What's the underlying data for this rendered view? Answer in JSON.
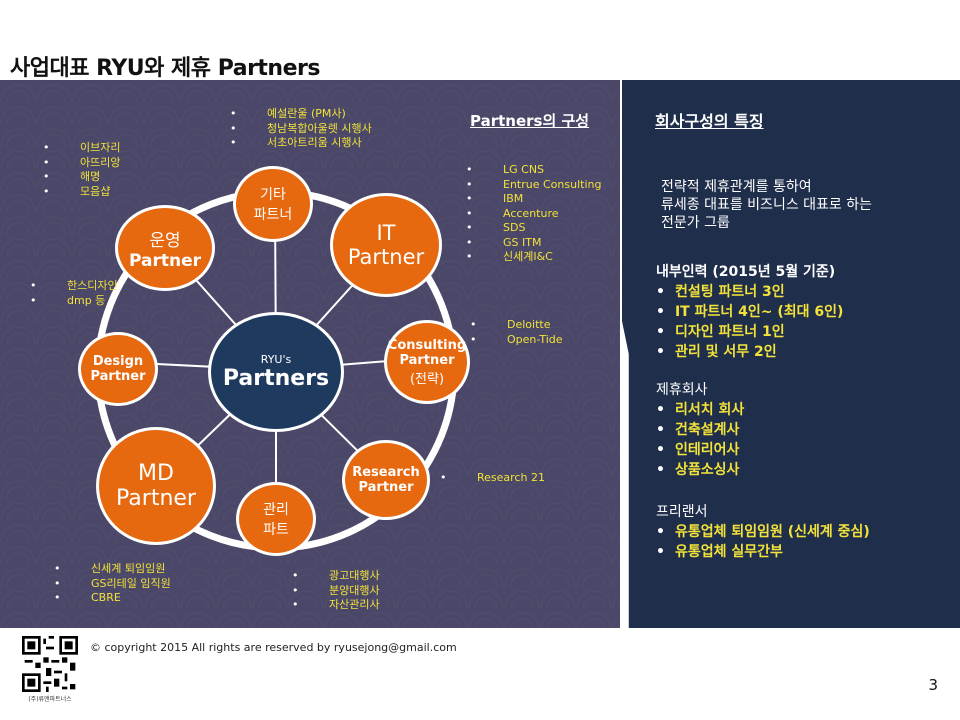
{
  "title": "사업대표 RYU와 제휴 Partners",
  "center": {
    "small": "RYU's",
    "big": "Partners"
  },
  "nodes": {
    "etc": [
      "기타",
      "파트너"
    ],
    "it": [
      "IT",
      "Partner"
    ],
    "ops": [
      "운영",
      "Partner"
    ],
    "design": [
      "Design",
      "Partner"
    ],
    "consulting": [
      "Consulting",
      "Partner",
      "(전략)"
    ],
    "md": [
      "MD",
      "Partner"
    ],
    "research": [
      "Research",
      "Partner"
    ],
    "mgmt": [
      "관리",
      "파트"
    ]
  },
  "lists": {
    "etc": [
      "예설란울 (PM사)",
      "청남복합아울렛 시행사",
      "서초아트리움 시행사"
    ],
    "ops": [
      "이브자리",
      "아뜨리앙",
      "해명",
      "모음샵"
    ],
    "it": [
      "LG CNS",
      "Entrue Consulting",
      "IBM",
      "Accenture",
      "SDS",
      "GS ITM",
      "신세계I&C"
    ],
    "design": [
      "한스디자인",
      "dmp 등"
    ],
    "consulting": [
      "Deloitte",
      "Open-Tide"
    ],
    "research": [
      "Research  21"
    ],
    "md": [
      "신세계 퇴임임원",
      "GS리테일 임직원",
      "CBRE"
    ],
    "mgmt": [
      "광고대행사",
      "분양대행사",
      "자산관리사"
    ]
  },
  "partners_heading": "Partners의 구성",
  "right": {
    "heading": "회사구성의 특징",
    "intro": [
      "전략적 제휴관계를 통하여",
      "류세종 대표를 비즈니스 대표로 하는",
      "전문가 그룹"
    ],
    "internal_title": "내부인력 (2015년 5월 기준)",
    "internal": [
      "컨설팅 파트너 3인",
      "IT 파트너 4인~ (최대 6인)",
      "디자인 파트너 1인",
      "관리 및 서무 2인"
    ],
    "affil_title": "제휴회사",
    "affil": [
      "리서치 회사",
      "건축설계사",
      "인테리어사",
      "상품소싱사"
    ],
    "free_title": "프리랜서",
    "free": [
      "유통업체 퇴임임원 (신세계 중심)",
      "유통업체 실무간부"
    ]
  },
  "footer": "©  copyright  2015 All rights  are  reserved  by  ryusejong@gmail.com",
  "qr_caption": "(주)류앤파트너스",
  "page_number": "3",
  "colors": {
    "orange": "#e6680f",
    "navy": "#1e3a5f",
    "yellow": "#f2e23a",
    "bg": "#4a4768",
    "panel": "#1f2e4b"
  }
}
